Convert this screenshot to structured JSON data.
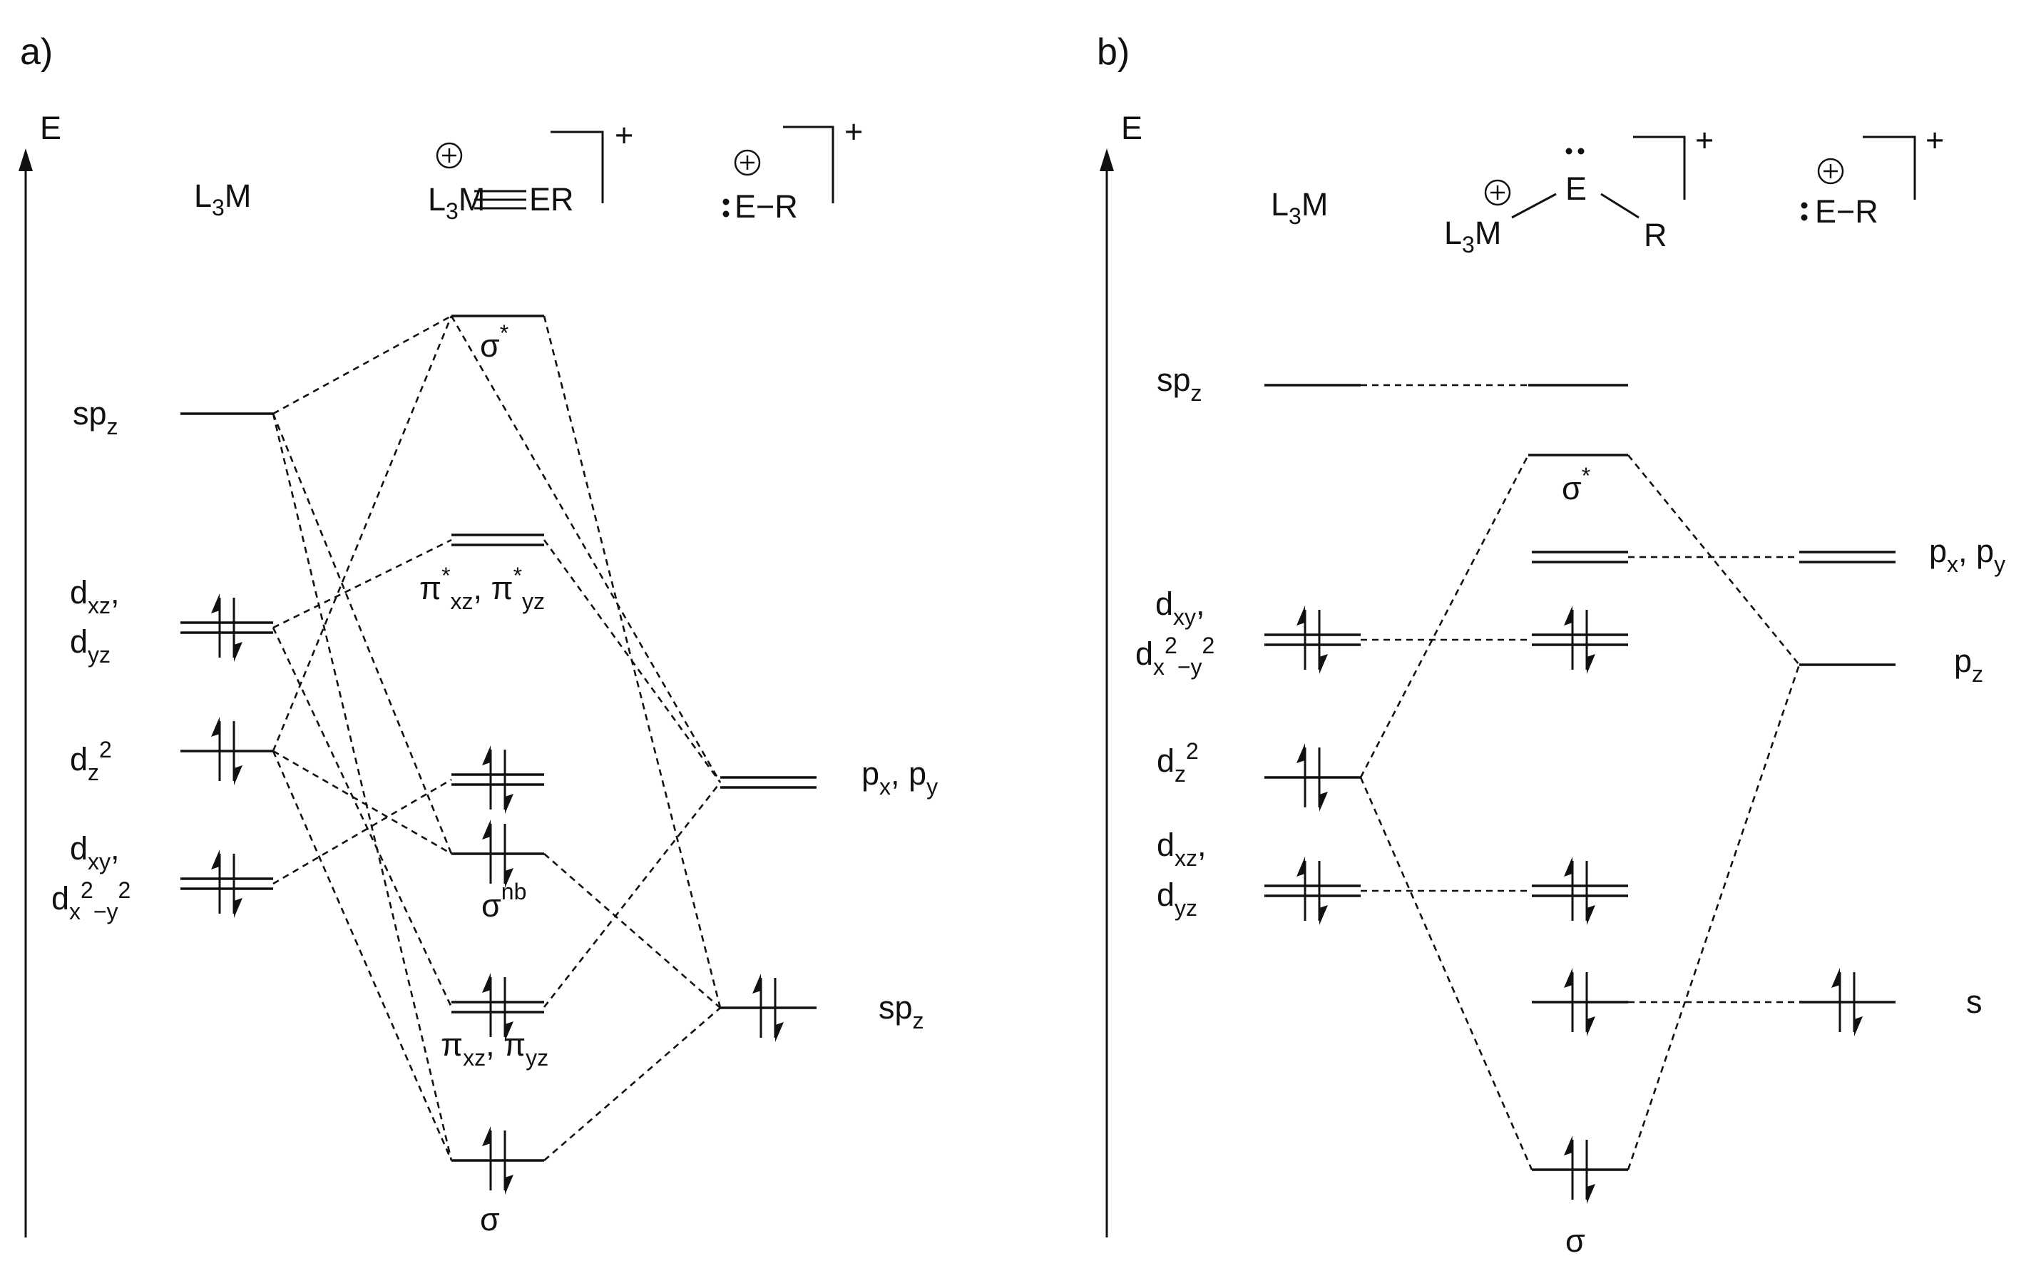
{
  "panels": [
    {
      "label": "a)",
      "axis_label": "E",
      "headers": {
        "metal": "L3M",
        "complex": "L3M≡ER",
        "complex_charge": "+",
        "fragment": ":E−R",
        "fragment_charge": "+"
      },
      "levels": {
        "metal_spz": "spz",
        "metal_dxz_dyz": "dxz, dyz",
        "metal_dz2": "dz2",
        "metal_dxy_dx2y2": "dxy, dx2−y2",
        "sigma_star": "σ*",
        "pi_star": "π*xz, π*yz",
        "sigma_nb": "σnb",
        "pi": "πxz, πyz",
        "sigma": "σ",
        "frag_px_py": "px, py",
        "frag_spz": "spz"
      }
    },
    {
      "label": "b)",
      "axis_label": "E",
      "headers": {
        "metal": "L3M",
        "complex": "L3M–Ë–R",
        "complex_charge": "+",
        "fragment": ":E−R",
        "fragment_charge": "+"
      },
      "levels": {
        "metal_spz": "spz",
        "metal_dxy_dx2y2": "dxy, dx2−y2",
        "metal_dz2": "dz2",
        "metal_dxz_dyz": "dxz, dyz",
        "sigma_star": "σ*",
        "frag_px_py": "px, py",
        "frag_pz": "pz",
        "frag_s": "s",
        "sigma": "σ"
      }
    }
  ],
  "glyphs": {
    "plus_circle": "⊕",
    "lone_pair": ":"
  },
  "colors": {
    "ink": "#111111",
    "background": "#ffffff"
  }
}
